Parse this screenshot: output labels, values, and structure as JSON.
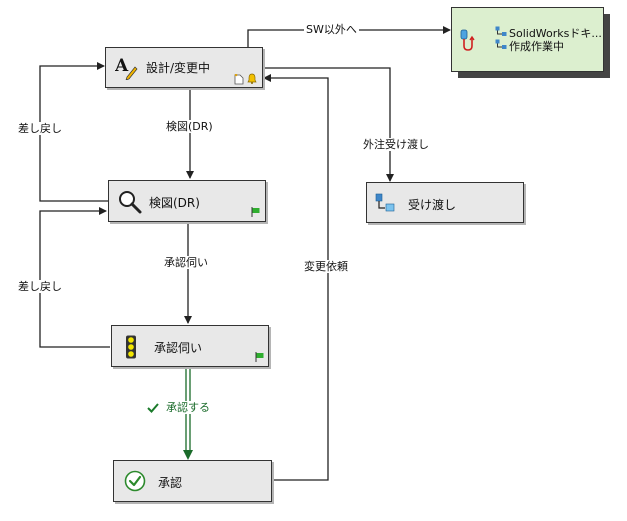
{
  "nodes": {
    "design": {
      "label": "設計/変更中"
    },
    "check": {
      "label": "検図(DR)"
    },
    "approval_request": {
      "label": "承認伺い"
    },
    "approved": {
      "label": "承認"
    },
    "handover": {
      "label": "受け渡し"
    },
    "sw_other": {
      "line1": "SolidWorksドキ...",
      "line2": "作成作業中"
    }
  },
  "edges": {
    "to_sw": "SW以外へ",
    "design_to_check": "検図(DR)",
    "check_back": "差し戻し",
    "outsource": "外注受け渡し",
    "check_to_request": "承認伺い",
    "change_request": "変更依頼",
    "request_back": "差し戻し",
    "approve": "承認する"
  },
  "colors": {
    "node_fill": "#e8e8e8",
    "green_card": "#dcefcf",
    "approve_line": "#1a6b2a",
    "edge": "#222222"
  }
}
